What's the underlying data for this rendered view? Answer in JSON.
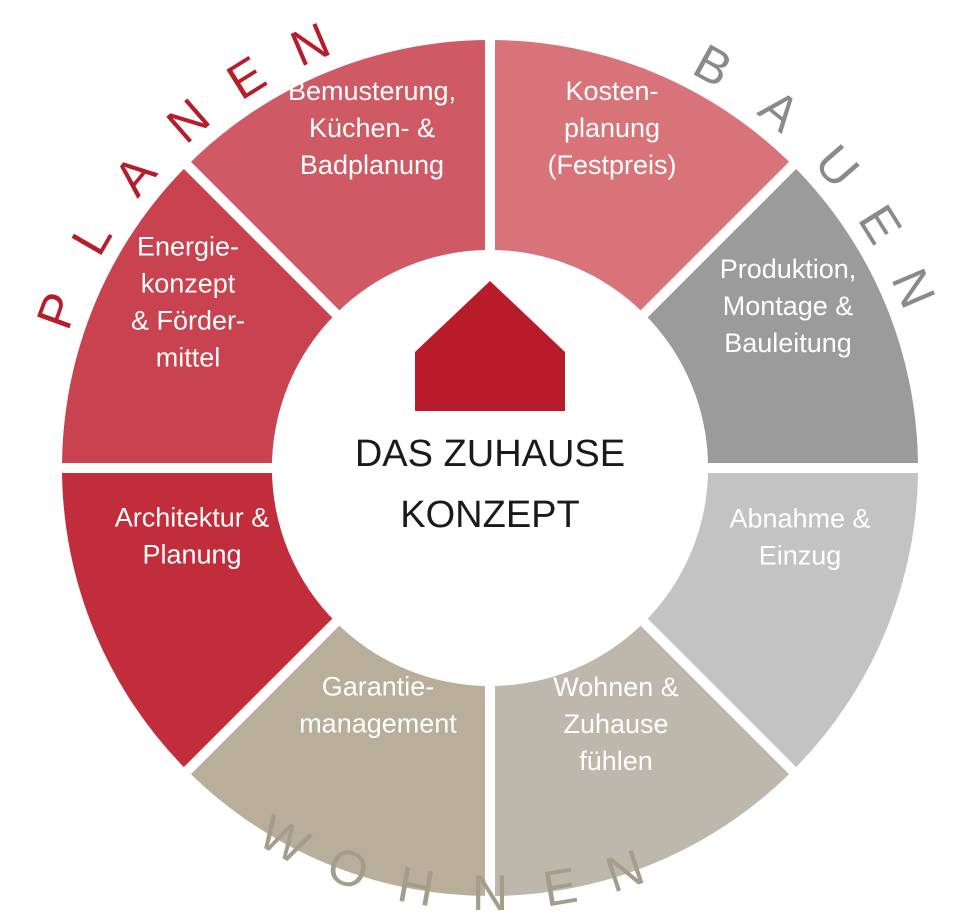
{
  "center": {
    "title_lines": [
      "DAS ZUHAUSE",
      "KONZEPT"
    ],
    "house_color": "#b81b2a"
  },
  "segments": [
    {
      "id": "kosten",
      "lines": [
        "Kosten-",
        "planung",
        "(Festpreis)"
      ],
      "color": "#d9737a"
    },
    {
      "id": "produktion",
      "lines": [
        "Produktion,",
        "Montage &",
        "Bauleitung"
      ],
      "color": "#9b9b9b"
    },
    {
      "id": "abnahme",
      "lines": [
        "Abnahme &",
        "Einzug"
      ],
      "color": "#c3c3c3"
    },
    {
      "id": "wohnen",
      "lines": [
        "Wohnen &",
        "Zuhause",
        "fühlen"
      ],
      "color": "#bdb8ab"
    },
    {
      "id": "garantie",
      "lines": [
        "Garantie-",
        "management"
      ],
      "color": "#b9ae99"
    },
    {
      "id": "architektur",
      "lines": [
        "Architektur &",
        "Planung"
      ],
      "color": "#c12d3b"
    },
    {
      "id": "energie",
      "lines": [
        "Energie-",
        "konzept",
        "& Förder-",
        "mittel"
      ],
      "color": "#c9424f"
    },
    {
      "id": "bemusterung",
      "lines": [
        "Bemusterung,",
        "Küchen- &",
        "Badplanung"
      ],
      "color": "#cf5a66"
    }
  ],
  "phases": [
    {
      "id": "planen",
      "text": "PLANEN",
      "color": "#b81b2a"
    },
    {
      "id": "bauen",
      "text": "BAUEN",
      "color": "#8a8a8a"
    },
    {
      "id": "wohnen",
      "text": "WOHNEN",
      "color": "#a59c8a"
    }
  ]
}
